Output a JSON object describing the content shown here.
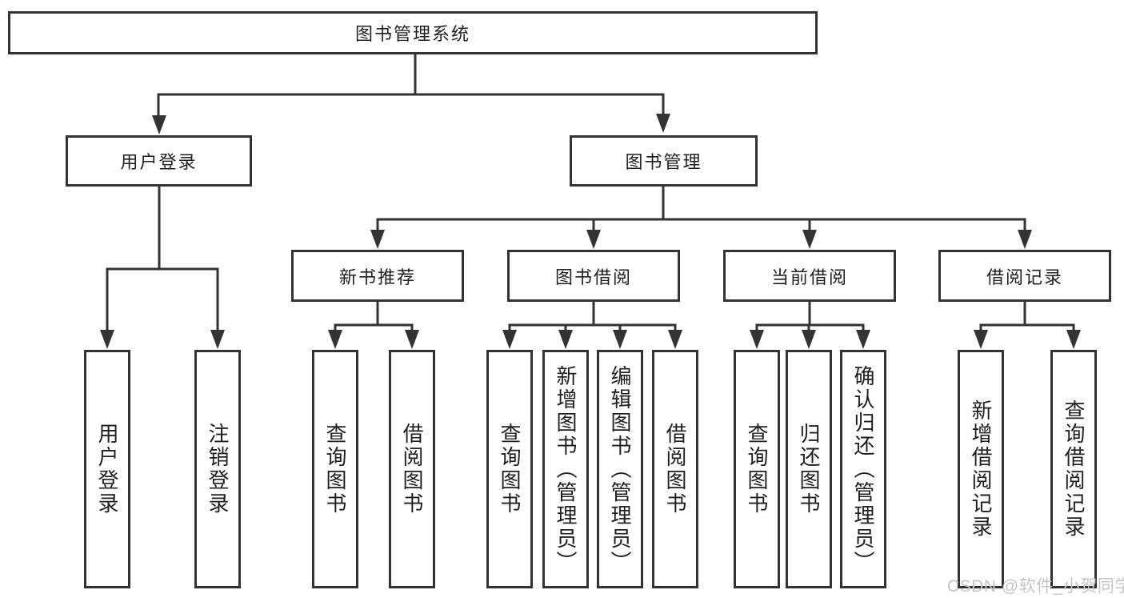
{
  "diagram_title": "图书管理系统",
  "colors": {
    "line": "#333333",
    "box_border": "#333333",
    "box_fill": "#ffffff",
    "text": "#1f1f1f",
    "watermark": "#c6c6c6"
  },
  "nodes": {
    "root": {
      "label": "图书管理系统"
    },
    "branches": [
      {
        "label": "用户登录",
        "leaves": [
          {
            "label": "用户登录"
          },
          {
            "label": "注销登录"
          }
        ]
      },
      {
        "label": "图书管理",
        "groups": [
          {
            "label": "新书推荐",
            "leaves": [
              {
                "label": "查询图书"
              },
              {
                "label": "借阅图书"
              }
            ]
          },
          {
            "label": "图书借阅",
            "leaves": [
              {
                "label": "查询图书"
              },
              {
                "label": "新增图书（管理员）"
              },
              {
                "label": "编辑图书（管理员）"
              },
              {
                "label": "借阅图书"
              }
            ]
          },
          {
            "label": "当前借阅",
            "leaves": [
              {
                "label": "查询图书"
              },
              {
                "label": "归还图书"
              },
              {
                "label": "确认归还（管理员）"
              }
            ]
          },
          {
            "label": "借阅记录",
            "leaves": [
              {
                "label": "新增借阅记录"
              },
              {
                "label": "查询借阅记录"
              }
            ]
          }
        ]
      }
    ]
  },
  "watermark": {
    "text": "CSDN @软件_小贺同学"
  }
}
